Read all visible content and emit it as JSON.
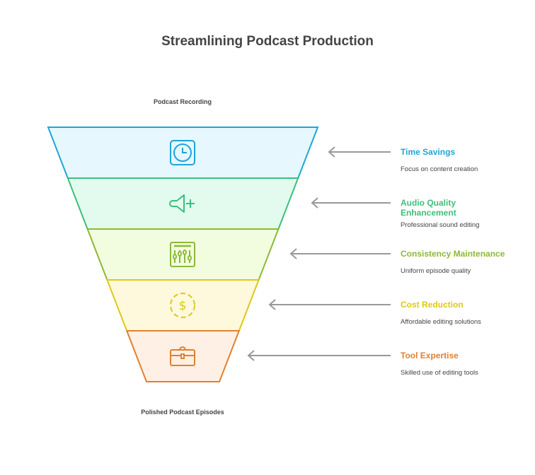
{
  "title": "Streamlining Podcast Production",
  "top_label": "Podcast Recording",
  "bottom_label": "Polished Podcast Episodes",
  "stages": [
    {
      "title": "Time Savings",
      "desc": "Focus on content creation",
      "icon": "clock-icon",
      "color": "#1ea6d9",
      "fill": "#e6f7fd"
    },
    {
      "title": "Audio Quality Enhancement",
      "desc": "Professional sound editing",
      "icon": "speaker-plus-icon",
      "color": "#3cbf7c",
      "fill": "#e2fbee"
    },
    {
      "title": "Consistency Maintenance",
      "desc": "Uniform episode quality",
      "icon": "equalizer-icon",
      "color": "#8cb936",
      "fill": "#f2fde0"
    },
    {
      "title": "Cost Reduction",
      "desc": "Affordable editing solutions",
      "icon": "dollar-icon",
      "color": "#e0c717",
      "fill": "#fef9dc"
    },
    {
      "title": "Tool Expertise",
      "desc": "Skilled use of editing tools",
      "icon": "toolbox-icon",
      "color": "#e0812f",
      "fill": "#fef0e4"
    }
  ]
}
